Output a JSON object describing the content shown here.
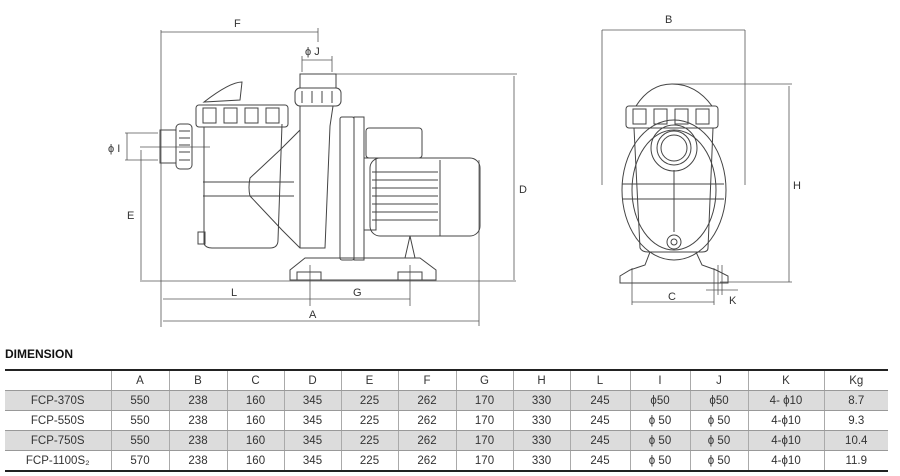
{
  "drawing": {
    "side_view_labels": {
      "F": "F",
      "J": "ϕ J",
      "I": "ϕ I",
      "E": "E",
      "D": "D",
      "L": "L",
      "G": "G",
      "A": "A"
    },
    "front_view_labels": {
      "B": "B",
      "H": "H",
      "C": "C",
      "K": "K"
    }
  },
  "table": {
    "title": "DIMENSION",
    "headers": [
      "",
      "A",
      "B",
      "C",
      "D",
      "E",
      "F",
      "G",
      "H",
      "L",
      "I",
      "J",
      "K",
      "Kg"
    ],
    "rows": [
      {
        "model": "FCP-370S",
        "values": [
          "550",
          "238",
          "160",
          "345",
          "225",
          "262",
          "170",
          "330",
          "245",
          "ϕ50",
          "ϕ50",
          "4- ϕ10",
          "8.7"
        ]
      },
      {
        "model": "FCP-550S",
        "values": [
          "550",
          "238",
          "160",
          "345",
          "225",
          "262",
          "170",
          "330",
          "245",
          "ϕ 50",
          "ϕ 50",
          "4-ϕ10",
          "9.3"
        ]
      },
      {
        "model": "FCP-750S",
        "values": [
          "550",
          "238",
          "160",
          "345",
          "225",
          "262",
          "170",
          "330",
          "245",
          "ϕ 50",
          "ϕ 50",
          "4-ϕ10",
          "10.4"
        ]
      },
      {
        "model": "FCP-1100S₂",
        "values": [
          "570",
          "238",
          "160",
          "345",
          "225",
          "262",
          "170",
          "330",
          "245",
          "ϕ 50",
          "ϕ 50",
          "4-ϕ10",
          "11.9"
        ]
      }
    ]
  }
}
